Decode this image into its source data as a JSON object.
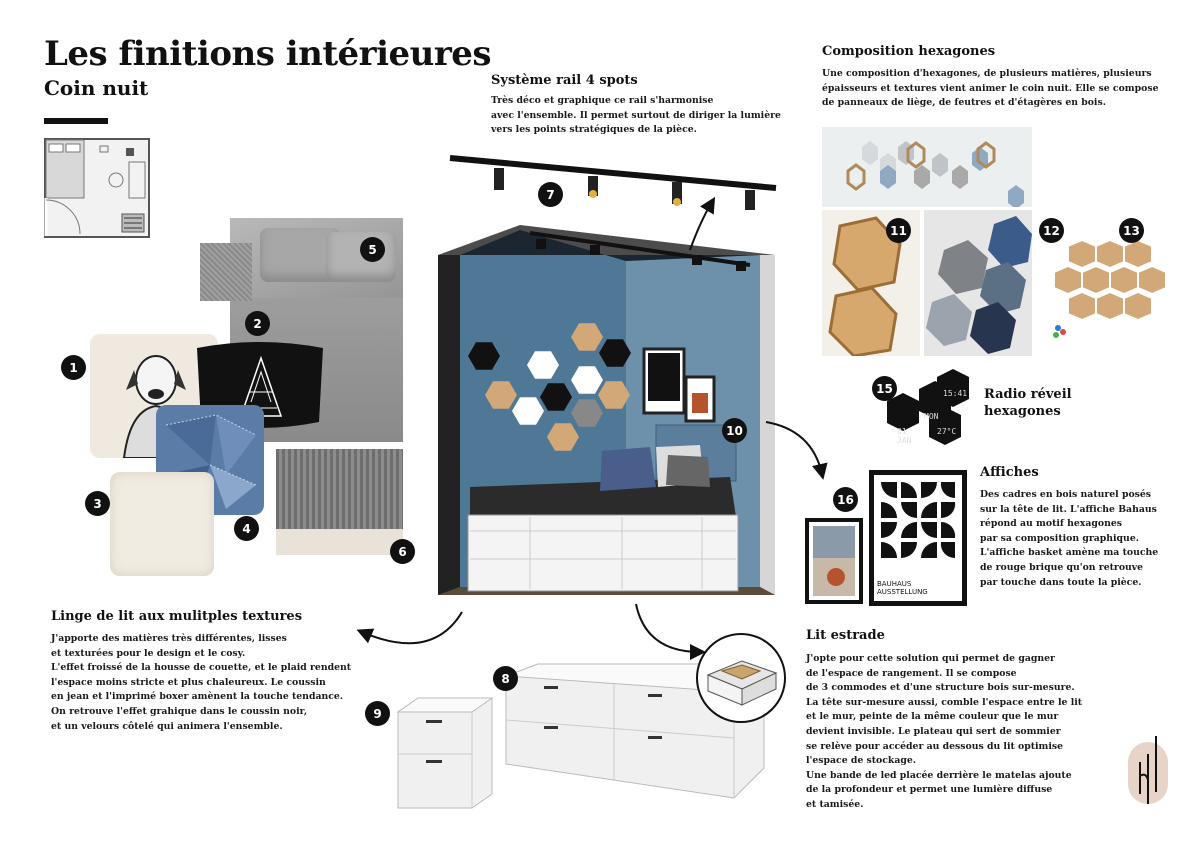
{
  "header": {
    "title": "Les finitions intérieures",
    "subtitle": "Coin nuit"
  },
  "rail": {
    "title": "Système rail 4 spots",
    "text": [
      "Très déco et graphique ce rail s'harmonise",
      "avec l'ensemble. Il permet surtout de diriger la lumière",
      "vers les points stratégiques de la pièce."
    ]
  },
  "hexcompo": {
    "title": "Composition hexagones",
    "text": [
      "Une composition d'hexagones, de plusieurs matières, plusieurs",
      "épaisseurs et textures vient animer le coin nuit. Elle se compose",
      "de panneaux de liège, de feutres et d'étagères en bois."
    ]
  },
  "radio": {
    "title_line1": "Radio réveil",
    "title_line2": "hexagones",
    "display_top": "15:41",
    "display_mid": "MON",
    "display_left1": "01",
    "display_left2": "JAN",
    "display_right": "27°C"
  },
  "affiches": {
    "title": "Affiches",
    "text": [
      "Des cadres en bois naturel posés",
      "sur la tête de lit. L'affiche Bahaus",
      "répond au motif hexagones",
      "par sa composition graphique.",
      "L'affiche basket amène ma touche",
      "de rouge brique qu'on retrouve",
      "par touche dans toute la pièce."
    ],
    "poster_label": "BAUHAUS AUSSTELLUNG"
  },
  "linge": {
    "title": "Linge de lit aux mulitples textures",
    "text": [
      "J'apporte des matières très différentes, lisses",
      "et texturées pour le design et le cosy.",
      "L'effet froissé de la housse de couette, et le plaid rendent",
      "l'espace moins stricte et plus chaleureux. Le coussin",
      "en jean et l'imprimé boxer amènent la touche tendance.",
      "On retrouve l'effet grahique dans le coussin noir,",
      "et un velours côtelé qui animera l'ensemble."
    ]
  },
  "lit": {
    "title": "Lit estrade",
    "text": [
      "J'opte pour cette solution qui permet de gagner",
      "de l'espace de rangement. Il se compose",
      "de 3 commodes et d'une structure bois sur-mesure.",
      "La tête sur-mesure aussi, comble l'espace entre le lit",
      "et le mur, peinte de la même couleur que le mur",
      "devient invisible. Le plateau qui sert de sommier",
      "se relève pour accéder au dessous du lit optimise",
      "l'espace de stockage.",
      "Une bande de led placée derrière le matelas ajoute",
      "de la profondeur et permet une lumière diffuse",
      "et tamisée."
    ]
  },
  "numbers": [
    "1",
    "2",
    "3",
    "4",
    "5",
    "6",
    "7",
    "8",
    "9",
    "10",
    "11",
    "12",
    "13",
    "15",
    "16"
  ],
  "colors": {
    "wall_blue": "#4f7796",
    "accent_black": "#111111",
    "brick": "#b5542c",
    "cork": "#d2a878",
    "logo_bg": "#e8d3c8"
  }
}
